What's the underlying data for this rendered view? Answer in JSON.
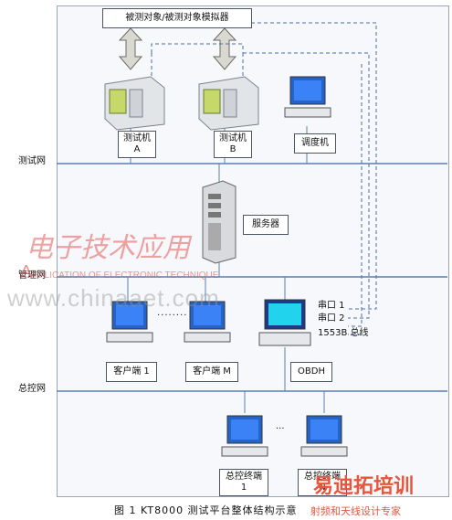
{
  "title_box": "被测对象/被测对象模拟器",
  "networks": {
    "test": "测试网",
    "manage": "管理网",
    "control": "总控网"
  },
  "nodes": {
    "test_a": "测试机",
    "test_a_sub": "A",
    "test_b": "测试机",
    "test_b_sub": "B",
    "dispatch": "调度机",
    "server": "服务器",
    "client1": "客户端 1",
    "clientm": "客户端 M",
    "obdh": "OBDH",
    "term1": "总控终端",
    "term1_sub": "1",
    "termn": "总控终端",
    "termn_sub": "N"
  },
  "links": {
    "serial1": "串口 1",
    "serial2": "串口 2",
    "bus": "1553B 总线"
  },
  "dots": {
    "between_clients": "········",
    "between_terms": "···"
  },
  "caption": "图 1   KT8000 测试平台整体结构示意",
  "watermarks": {
    "cn": "电子技术应用",
    "en_a": "A",
    "en_rest": "PPLICATION OF ELECTRONIC TECHNIQUE",
    "url": "www.chinaaet.com"
  },
  "brand": "易迪拓培训",
  "brand_sub": "射频和天线设计专家"
}
